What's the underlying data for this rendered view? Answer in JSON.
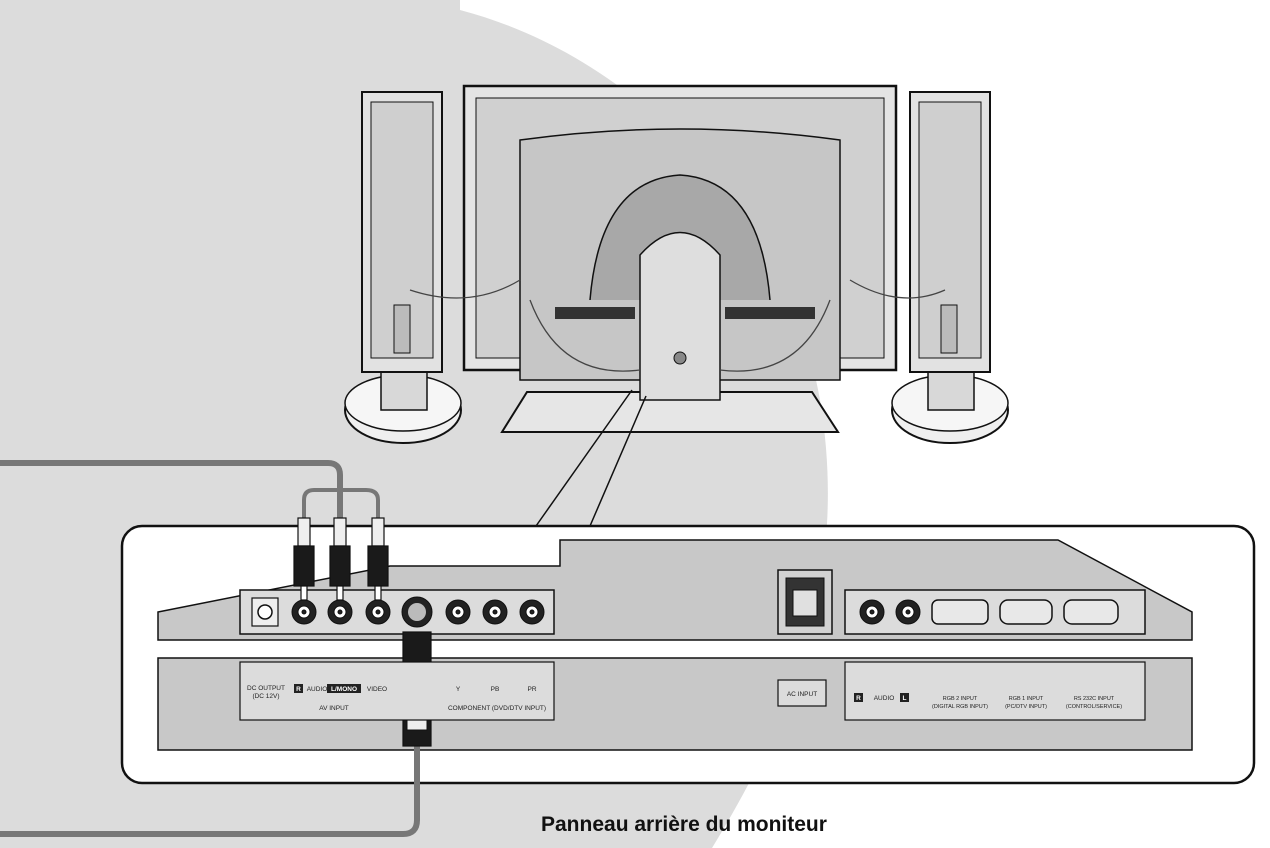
{
  "caption": "Panneau arrière du moniteur",
  "labels": {
    "dc_output": "DC OUTPUT",
    "dc_output_sub": "(DC 12V)",
    "r_badge": "R",
    "audio": "AUDIO",
    "l_mono": "L/MONO",
    "video": "VIDEO",
    "av_input": "AV INPUT",
    "y": "Y",
    "pb": "PB",
    "pr": "PR",
    "component": "COMPONENT (DVD/DTV INPUT)",
    "ac_input": "AC INPUT",
    "r_badge_right": "R",
    "audio_right": "AUDIO",
    "l_badge_right": "L",
    "rgb2": "RGB 2 INPUT",
    "rgb2_sub": "(DIGITAL RGB INPUT)",
    "rgb1": "RGB 1 INPUT",
    "rgb1_sub": "(PC/DTV INPUT)",
    "rs232": "RS 232C INPUT",
    "rs232_sub": "(CONTROL/SERVICE)"
  },
  "colors": {
    "background_circle": "#dcdcdc",
    "panel_gray": "#c8c8c8",
    "cable_gray": "#777777",
    "outline": "#111111"
  }
}
